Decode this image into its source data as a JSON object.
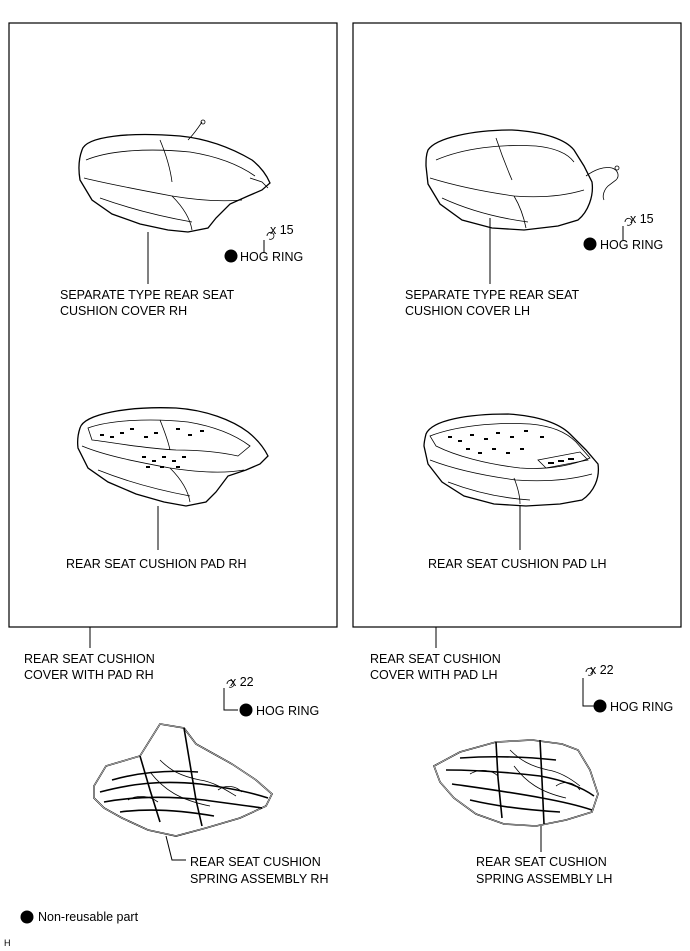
{
  "labels": {
    "cover_rh": [
      "SEPARATE TYPE REAR SEAT",
      "CUSHION COVER RH"
    ],
    "cover_lh": [
      "SEPARATE TYPE REAR SEAT",
      "CUSHION COVER LH"
    ],
    "pad_rh": "REAR SEAT CUSHION PAD RH",
    "pad_lh": "REAR SEAT CUSHION PAD LH",
    "cover_pad_rh": [
      "REAR SEAT CUSHION",
      "COVER WITH PAD RH"
    ],
    "cover_pad_lh": [
      "REAR SEAT CUSHION",
      "COVER WITH PAD LH"
    ],
    "spring_rh": [
      "REAR SEAT CUSHION",
      "SPRING ASSEMBLY RH"
    ],
    "spring_lh": [
      "REAR SEAT CUSHION",
      "SPRING ASSEMBLY LH"
    ]
  },
  "hog_ring": {
    "label": "HOG RING",
    "qty_upper_rh": "x 15",
    "qty_upper_lh": "x 15",
    "qty_lower_rh": "x 22",
    "qty_lower_lh": "x 22"
  },
  "legend": {
    "non_reusable": "Non-reusable part"
  },
  "corner_mark": "H"
}
